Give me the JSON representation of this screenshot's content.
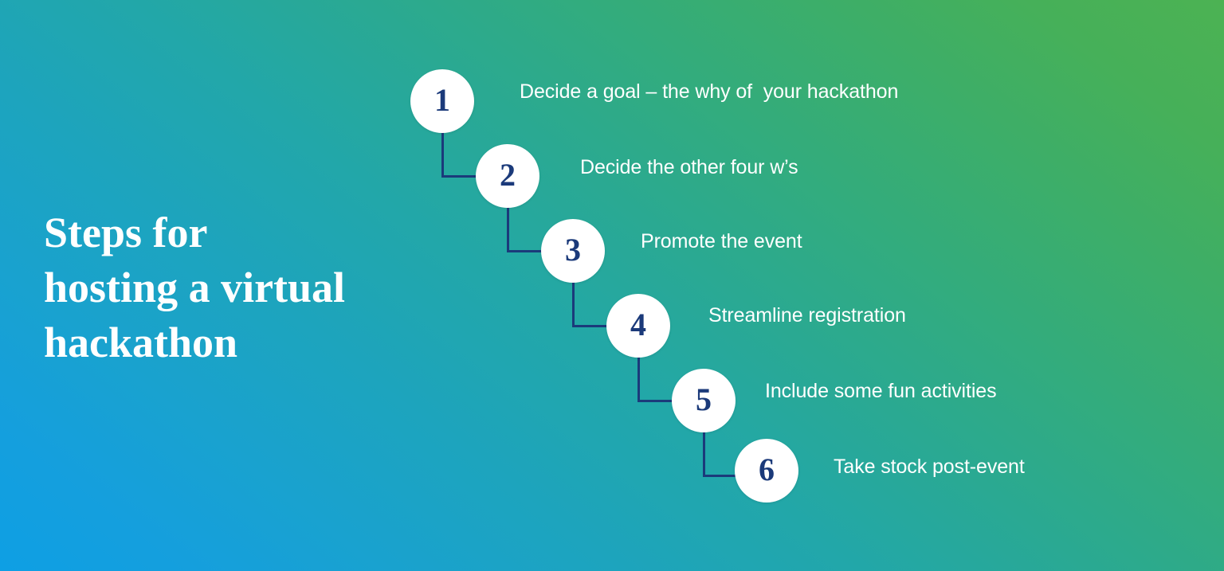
{
  "graphic": {
    "title": "Steps for\nhosting a virtual\nhackathon",
    "title_color": "#ffffff",
    "number_color": "#1b3a7a",
    "circle_color": "#ffffff",
    "connector_color": "#1b3a7a",
    "background": {
      "type": "linear-gradient",
      "direction": "bottom-left to top-right",
      "stops": [
        "#0e9fe4",
        "#1da4bd",
        "#22a7a9",
        "#2aa992",
        "#4cb253"
      ]
    },
    "steps": [
      {
        "number": "1",
        "label": "Decide a goal – the why of  your hackathon"
      },
      {
        "number": "2",
        "label": "Decide the other four w’s"
      },
      {
        "number": "3",
        "label": "Promote the event"
      },
      {
        "number": "4",
        "label": "Streamline registration"
      },
      {
        "number": "5",
        "label": "Include some fun activities"
      },
      {
        "number": "6",
        "label": "Take stock post-event"
      }
    ]
  }
}
